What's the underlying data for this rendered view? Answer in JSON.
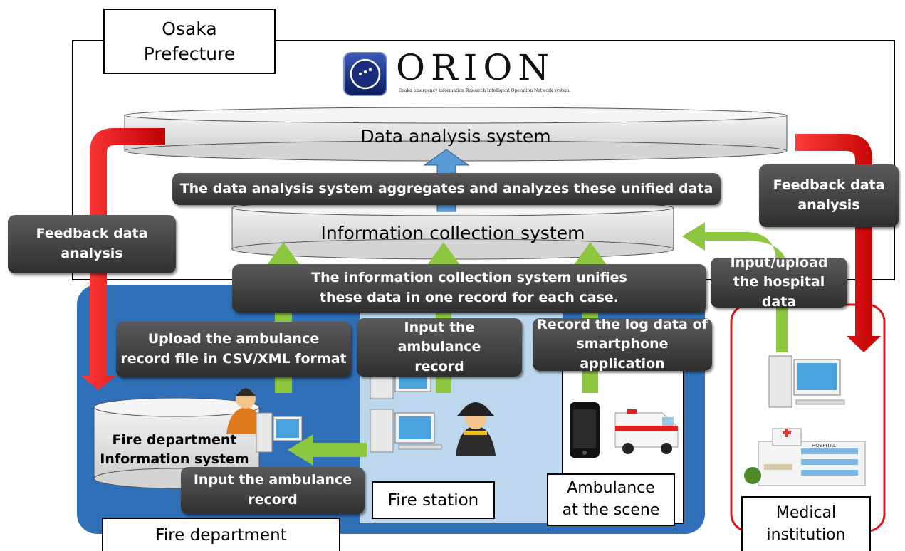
{
  "regions": {
    "osaka": "Osaka\nPrefecture",
    "fire_department": "Fire department",
    "fire_station": "Fire station",
    "ambulance_scene": "Ambulance\nat the scene",
    "medical_institution": "Medical\ninstitution"
  },
  "logo": {
    "title": "ORION",
    "subtitle": "Osaka emergency information Research Intelligent Operation Network system."
  },
  "systems": {
    "data_analysis": "Data analysis system",
    "information_collection": "Information collection system",
    "fire_dept_info": "Fire department\nInformation system"
  },
  "callouts": {
    "aggregates": "The data analysis system aggregates and analyzes these unified data",
    "unifies": "The information collection system unifies\nthese data in one record for each case.",
    "feedback_left": "Feedback data\nanalysis",
    "feedback_right": "Feedback data\nanalysis",
    "upload_csv": "Upload the ambulance\nrecord file in CSV/XML format",
    "input_station": "Input the ambulance\nrecord",
    "record_log": "Record the log data of\nsmartphone application",
    "input_hospital": "Input/upload\nthe hospital data",
    "input_dept": "Input the ambulance\nrecord"
  },
  "colors": {
    "feedback_arrow": "#e8141b",
    "input_arrow": "#8dc63f",
    "analysis_arrow": "#5b9bd5",
    "fire_department_bg": "#2e6fb7",
    "fire_station_bg": "#bcd7ee",
    "medical_border": "#e0141b"
  }
}
